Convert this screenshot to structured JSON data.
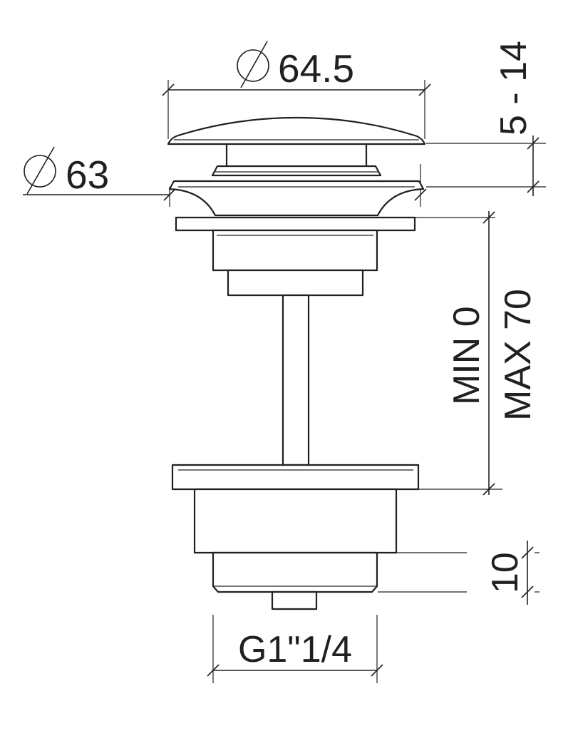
{
  "dimensions": {
    "cap_diameter": "64.5",
    "flange_diameter": "63",
    "cap_height": "5 - 14",
    "min": "MIN 0",
    "max": "MAX 70",
    "thread_length": "10",
    "thread": "G1\"1/4"
  },
  "colors": {
    "line": "#231f20",
    "background": "#ffffff"
  }
}
